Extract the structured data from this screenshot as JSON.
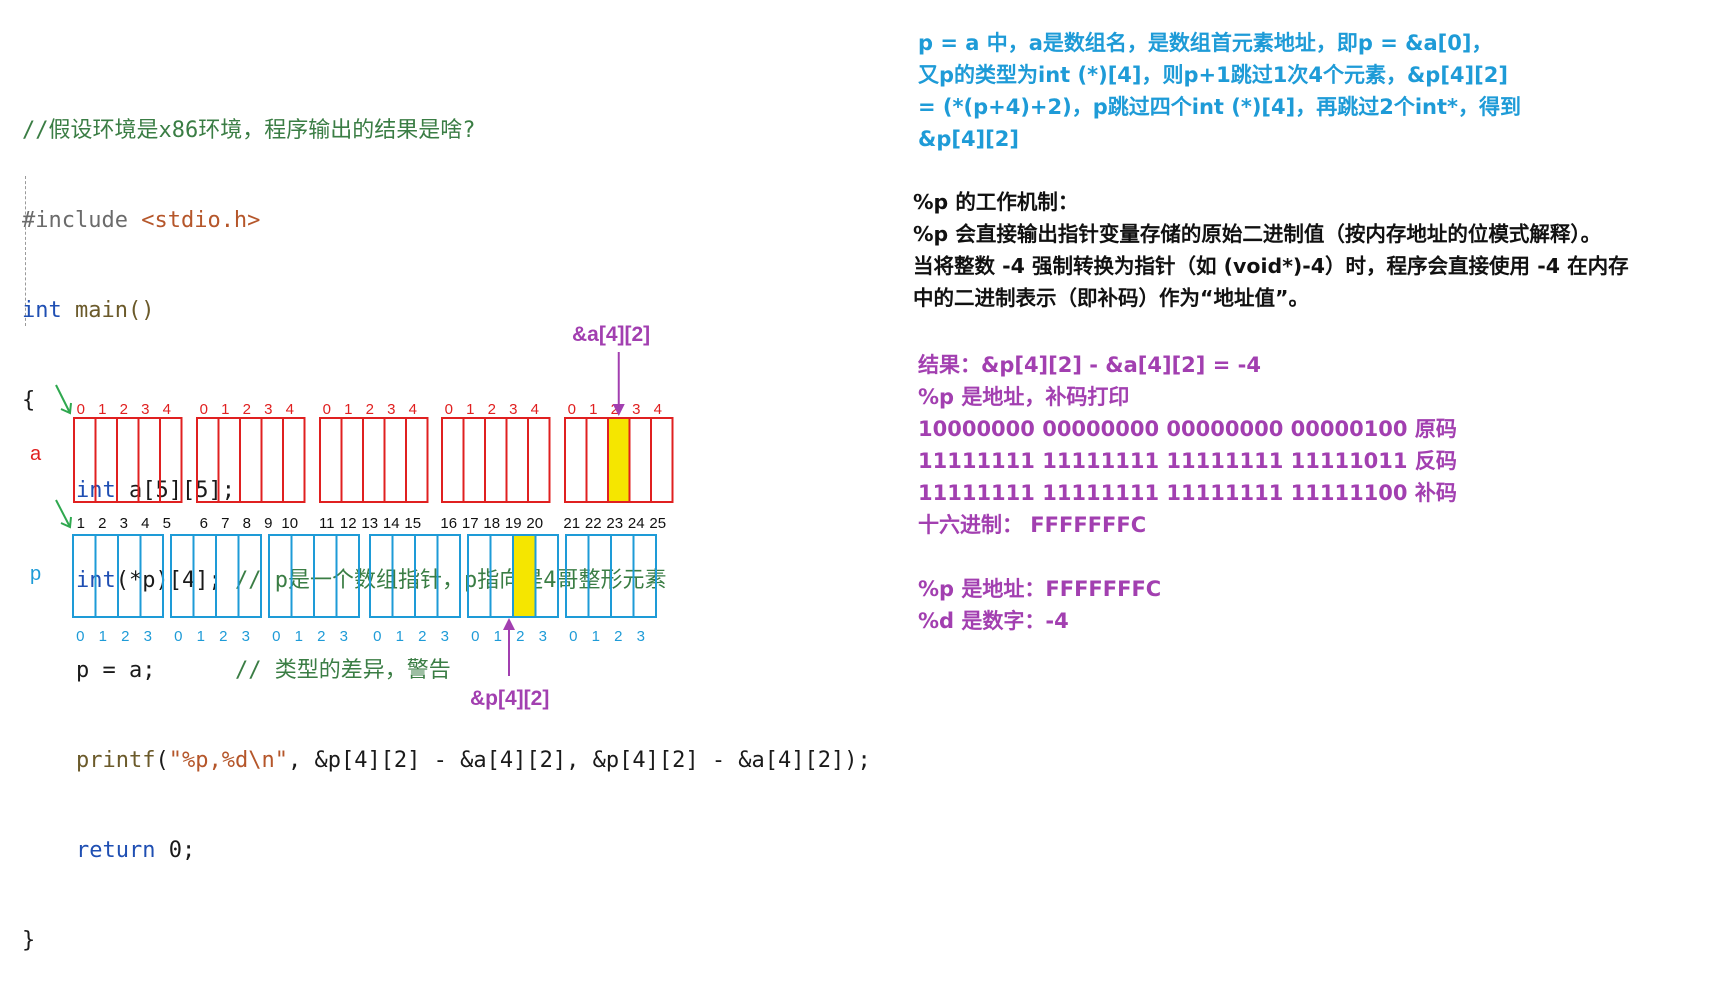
{
  "code": {
    "line1": "//假设环境是x86环境，程序输出的结果是啥?",
    "include_kw": "#include ",
    "include_hdr": "<stdio.h>",
    "main_kw": "int",
    "main_fn": " main()",
    "brace_open": "{",
    "l5_kw": "int",
    "l5_rest": " a[5][5];",
    "l6_kw": "int",
    "l6_rest": "(*p)[4]; ",
    "l6_cmt": "// p是一个数组指针，p指向是4哥整形元素",
    "l7_code": "p = a;      ",
    "l7_cmt": "// 类型的差异，警告",
    "l8_fn": "printf",
    "l8_open": "(",
    "l8_str1": "\"%p,%d",
    "l8_esc": "\\n",
    "l8_str2": "\"",
    "l8_rest": ", &p[4][2] - &a[4][2], &p[4][2] - &a[4][2]);",
    "l9_kw": "return",
    "l9_rest": " 0;",
    "brace_close": "}"
  },
  "notes": {
    "blue": [
      "p = a 中，a是数组名，是数组首元素地址，即p = &a[0]，",
      "又p的类型为int (*)[4]，则p+1跳过1次4个元素，&p[4][2]",
      "= (*(p+4)+2)，p跳过四个int (*)[4]，再跳过2个int*，得到",
      "&p[4][2]"
    ],
    "black": [
      "%p 的工作机制：",
      "%p 会直接输出指针变量存储的原始二进制值（按内存地址的位模式解释）。",
      "当将整数 -4 强制转换为指针（如 (void*)-4）时，程序会直接使用 -4 在内存",
      "中的二进制表示（即补码）作为“地址值”。"
    ],
    "purple": [
      "结果：&p[4][2] - &a[4][2] = -4",
      "%p 是地址，补码打印",
      "10000000 00000000 00000000 00000100 原码",
      "11111111 11111111 11111111 11111011 反码",
      "11111111 11111111 11111111 11111100 补码",
      "十六进制： FFFFFFFC",
      "",
      "%p 是地址：FFFFFFFC",
      "%d 是数字：-4"
    ]
  },
  "diagram": {
    "label_a": "a",
    "label_p": "p",
    "pointer_a": "&a[4][2]",
    "pointer_p": "&p[4][2]",
    "a_index_labels": [
      "0",
      "1",
      "2",
      "3",
      "4"
    ],
    "linear_numbers": [
      "1",
      "2",
      "3",
      "4",
      "5",
      "6",
      "7",
      "8",
      "9",
      "10",
      "11",
      "12",
      "13",
      "14",
      "15",
      "16",
      "17",
      "18",
      "19",
      "20",
      "21",
      "22",
      "23",
      "24",
      "25"
    ],
    "p_index_labels": [
      "0",
      "1",
      "2",
      "3"
    ],
    "a_highlight": {
      "group": 4,
      "cell": 2
    },
    "p_highlight": {
      "group": 4,
      "cell": 2
    },
    "colors": {
      "red": "#e02020",
      "blue": "#1e9bd7",
      "purple": "#a23fb0",
      "yellow": "#f5e600",
      "green": "#2fa84f"
    }
  }
}
